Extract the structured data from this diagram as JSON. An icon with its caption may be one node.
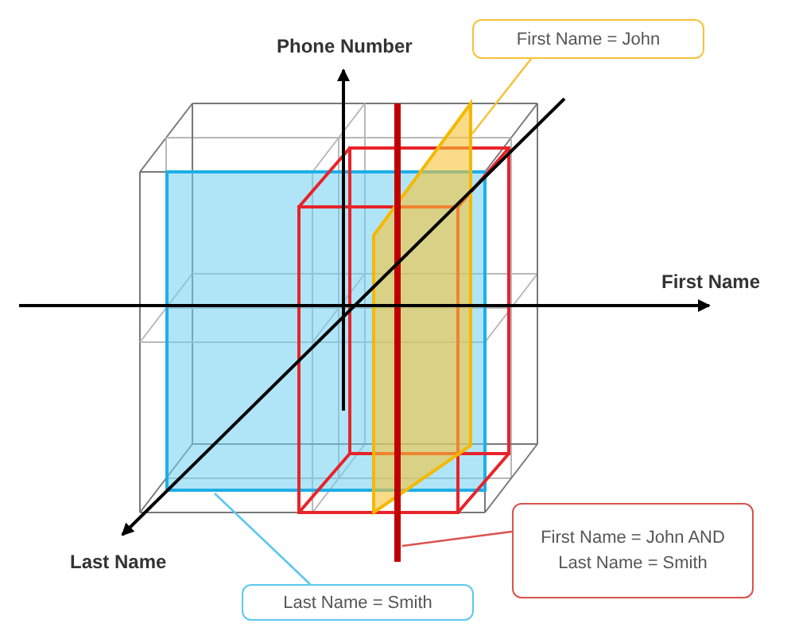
{
  "diagram": {
    "nodes": [
      {
        "text": [
          "First Name = John"
        ]
      },
      {
        "text": [
          "First Name = John AND Last Name = Smith"
        ]
      },
      {
        "text": [
          "Last Name = Smith"
        ]
      },
      {
        "text": [],
        "shape": "box"
      },
      {
        "text": [],
        "shape": "bar"
      },
      {
        "text": [],
        "shape": "box"
      }
    ],
    "edges": [
      {
        "from": 0,
        "to": 3,
        "arrow": "none",
        "color": "#f5c338"
      },
      {
        "from": 1,
        "to": 4,
        "arrow": "none",
        "color": "#d9534f"
      },
      {
        "from": 2,
        "to": 5,
        "arrow": "none",
        "color": "#5bc8ef"
      }
    ],
    "labels": [
      "Phone Number",
      "First Name",
      "Last Name"
    ]
  }
}
